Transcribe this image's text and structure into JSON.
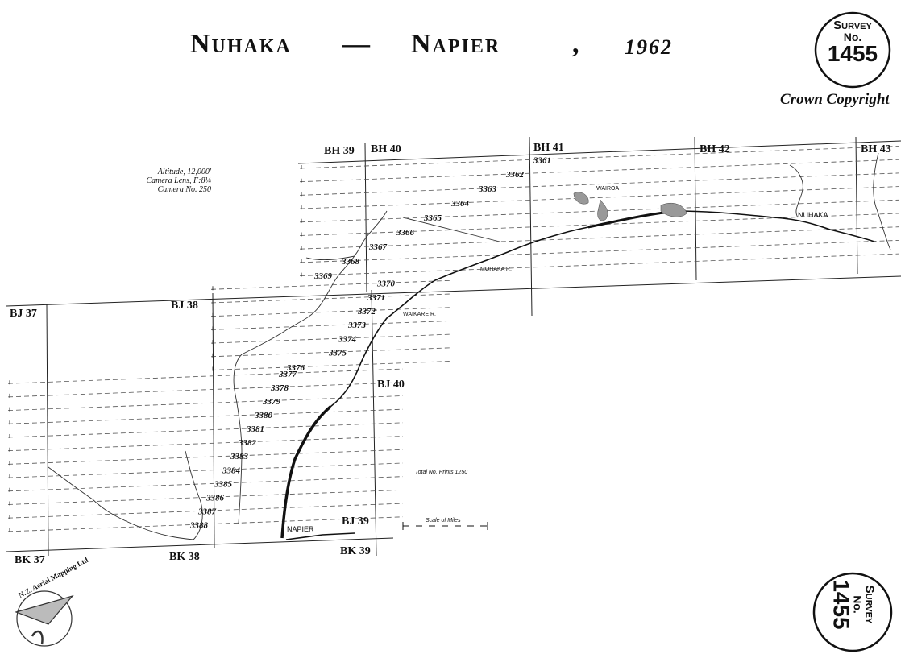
{
  "title": {
    "place_from": "Nuhaka",
    "dash": "—",
    "place_to": "Napier",
    "comma": ",",
    "year": "1962"
  },
  "badge_top": {
    "line1": "Survey",
    "line2": "No.",
    "number": "1455"
  },
  "badge_bottom": {
    "line1": "Survey",
    "line2": "No.",
    "number": "1455"
  },
  "copyright": "Crown Copyright",
  "camera_info": [
    "Altitude, 12,000'",
    "Camera Lens, F:8¼",
    "Camera No. 250"
  ],
  "sheet_labels": [
    "BH 39",
    "BH 40",
    "BH 41",
    "BH 42",
    "BH 43",
    "BJ 37",
    "BJ 38",
    "BJ 40",
    "BJ 39",
    "BK 37",
    "BK 38",
    "BK 39"
  ],
  "run_numbers": [
    "3361",
    "3362",
    "3363",
    "3364",
    "3365",
    "3366",
    "3367",
    "3368",
    "3369",
    "3370",
    "3371",
    "3372",
    "3373",
    "3374",
    "3375",
    "3376",
    "3377",
    "3378",
    "3379",
    "3380",
    "3381",
    "3382",
    "3383",
    "3384",
    "3385",
    "3386",
    "3387",
    "3388"
  ],
  "place_names": [
    "Nuhaka",
    "Wairoa",
    "Mohaka R.",
    "Waikare R.",
    "Napier"
  ],
  "total_note": "Total No. Prints 1250",
  "scale_note": "Scale of Miles",
  "logo_text": "N.Z. Aerial Mapping Ltd",
  "colors": {
    "ink": "#111111",
    "paper": "#ffffff",
    "dashed": "#555555"
  }
}
